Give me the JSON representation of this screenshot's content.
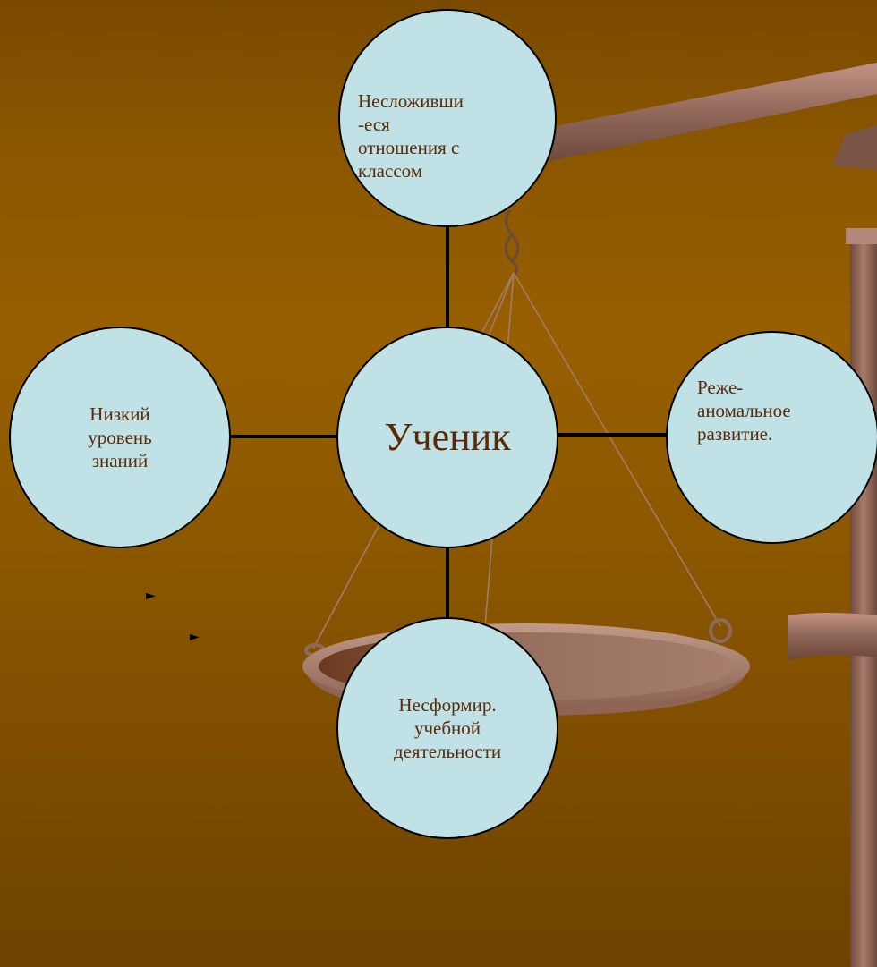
{
  "slide": {
    "background_color": "#8a5600"
  },
  "diagram": {
    "center": {
      "label": "Ученик"
    },
    "top": {
      "label": "Несложивши\n-еся\nотношения с\nклассом"
    },
    "left": {
      "label": "Низкий\nуровень\nзнаний"
    },
    "right": {
      "label": "Реже-\nаномальное\nразвитие."
    },
    "bottom": {
      "label": "Несформир.\nучебной\nдеятельности"
    }
  },
  "colors": {
    "node_fill": "#c0e2e6",
    "node_text": "#5a2a06",
    "connector": "#000000"
  },
  "bullets": [
    "►",
    "►"
  ]
}
